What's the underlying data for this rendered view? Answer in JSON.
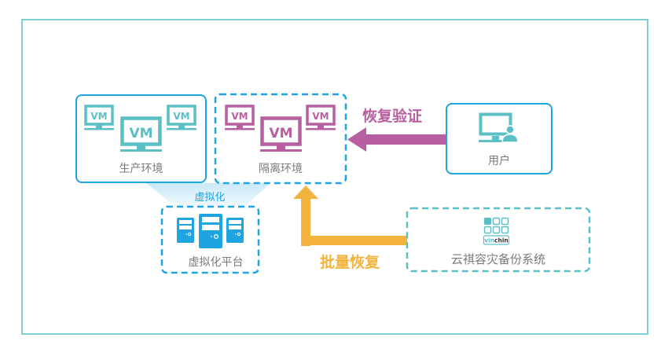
{
  "diagram": {
    "title": "",
    "colors": {
      "frame": "#7fcfd0",
      "blue": "#1ea4e0",
      "teal": "#5bbfc6",
      "purple": "#b85fa1",
      "orange": "#f3b33d",
      "label_gray": "#7a7a7a"
    },
    "nodes": {
      "production": {
        "label": "生产环境",
        "vm_labels": [
          "VM",
          "VM",
          "VM"
        ]
      },
      "isolated": {
        "label": "隔离环境",
        "vm_labels": [
          "VM",
          "VM",
          "VM"
        ]
      },
      "user": {
        "label": "用户"
      },
      "platform": {
        "label": "虚拟化平台",
        "connector_label": "虚拟化"
      },
      "backup": {
        "label": "云祺容灾备份系统",
        "logo_text_a": "vin",
        "logo_text_b": "chin"
      }
    },
    "edges": {
      "verify": {
        "label": "恢复验证",
        "from": "用户",
        "to": "隔离环境"
      },
      "restore": {
        "label": "批量恢复",
        "from": "云祺容灾备份系统",
        "to": "隔离环境"
      }
    }
  }
}
